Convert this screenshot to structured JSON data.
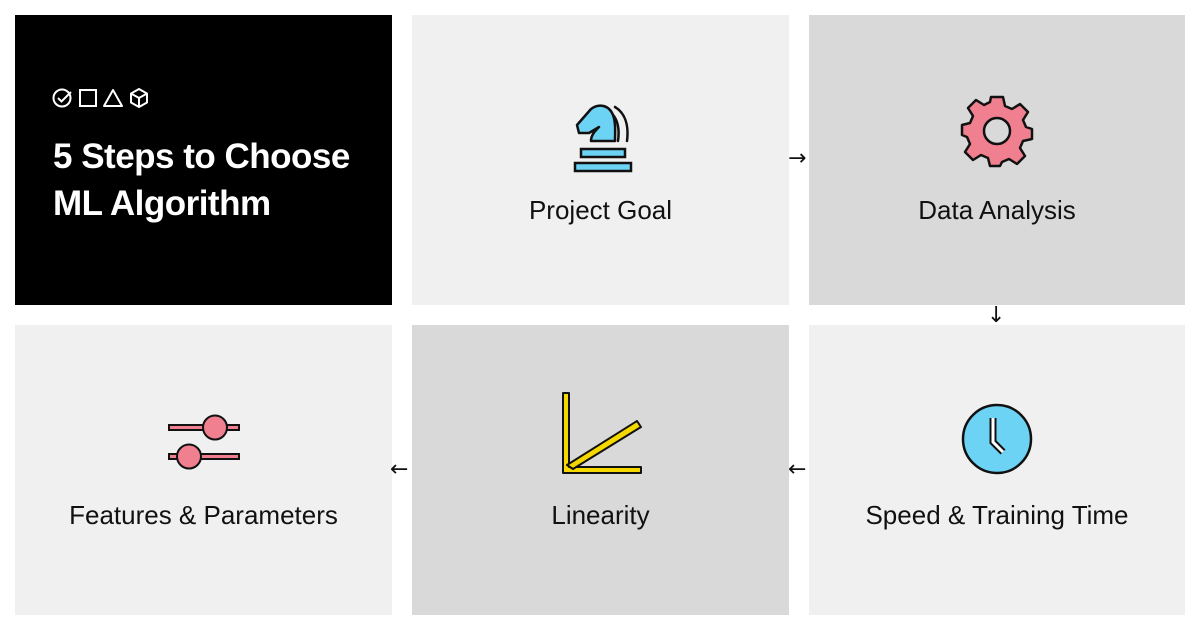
{
  "title": {
    "text": "5 Steps to Choose ML Algorithm",
    "line1": "5 Steps to Choose",
    "line2": "ML Algorithm",
    "brand_icons": [
      "check-circle-icon",
      "square-icon",
      "triangle-icon",
      "cube-icon"
    ]
  },
  "steps": [
    {
      "label": "Project Goal",
      "icon": "chess-knight-icon",
      "icon_color": "#6dd3f5"
    },
    {
      "label": "Data Analysis",
      "icon": "gear-icon",
      "icon_color": "#f0808f"
    },
    {
      "label": "Speed & Training Time",
      "icon": "clock-icon",
      "icon_color": "#6dd3f5"
    },
    {
      "label": "Linearity",
      "icon": "linear-chart-icon",
      "icon_color": "#f5d800"
    },
    {
      "label": "Features & Parameters",
      "icon": "sliders-icon",
      "icon_color": "#f0808f"
    }
  ],
  "arrows": [
    "→",
    "↓",
    "←",
    "←"
  ],
  "colors": {
    "title_bg": "#000000",
    "tile_light": "#f0f0f0",
    "tile_mid": "#d9d9d9",
    "blue": "#6dd3f5",
    "pink": "#f0808f",
    "yellow": "#f5d800"
  }
}
